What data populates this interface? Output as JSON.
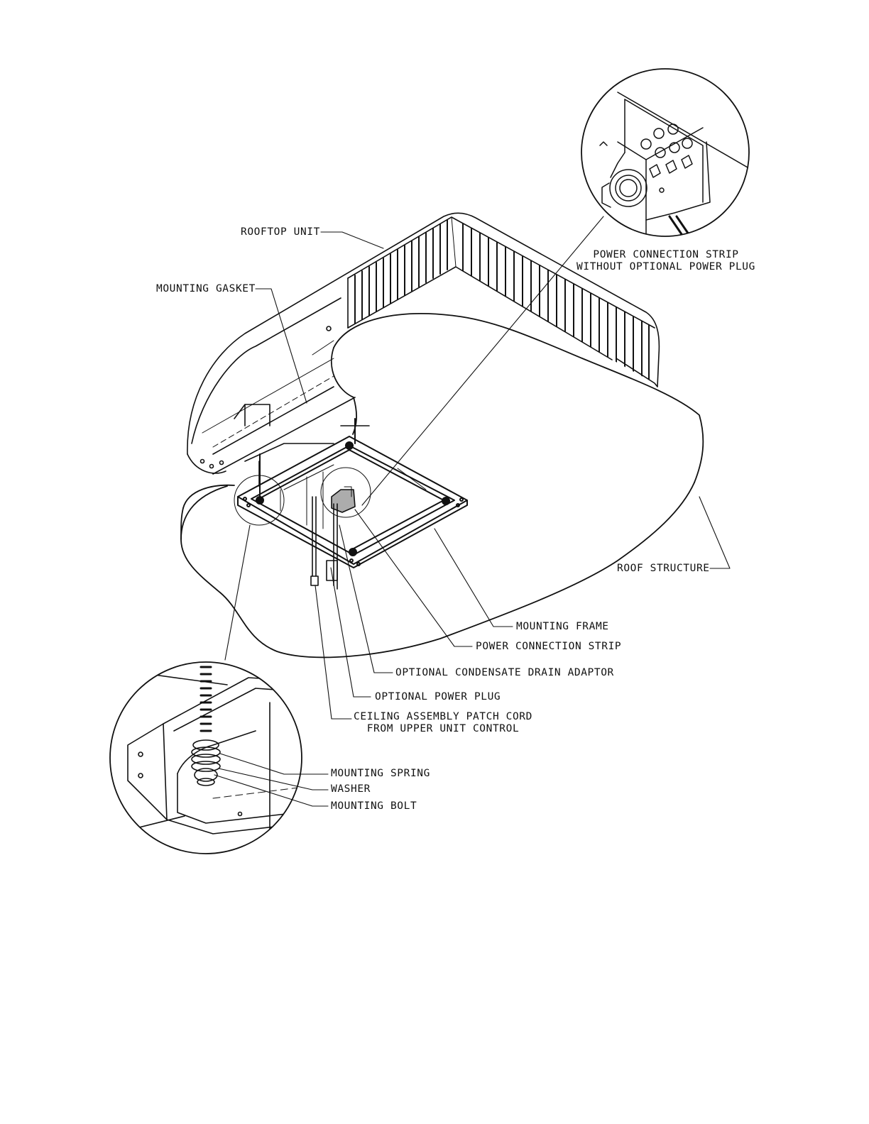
{
  "diagram": {
    "line_color": "#111111",
    "background": "#ffffff",
    "labels": {
      "rooftop_unit": "ROOFTOP UNIT",
      "mounting_gasket": "MOUNTING GASKET",
      "power_strip_detail_line1": "POWER CONNECTION STRIP",
      "power_strip_detail_line2": "WITHOUT OPTIONAL POWER PLUG",
      "roof_structure": "ROOF STRUCTURE",
      "mounting_frame": "MOUNTING FRAME",
      "power_connection_strip": "POWER CONNECTION STRIP",
      "condensate_drain": "OPTIONAL CONDENSATE DRAIN ADAPTOR",
      "power_plug": "OPTIONAL POWER PLUG",
      "patch_cord_line1": "CEILING ASSEMBLY PATCH CORD",
      "patch_cord_line2": "FROM UPPER UNIT CONTROL",
      "mounting_spring": "MOUNTING SPRING",
      "washer": "WASHER",
      "mounting_bolt": "MOUNTING BOLT"
    }
  }
}
